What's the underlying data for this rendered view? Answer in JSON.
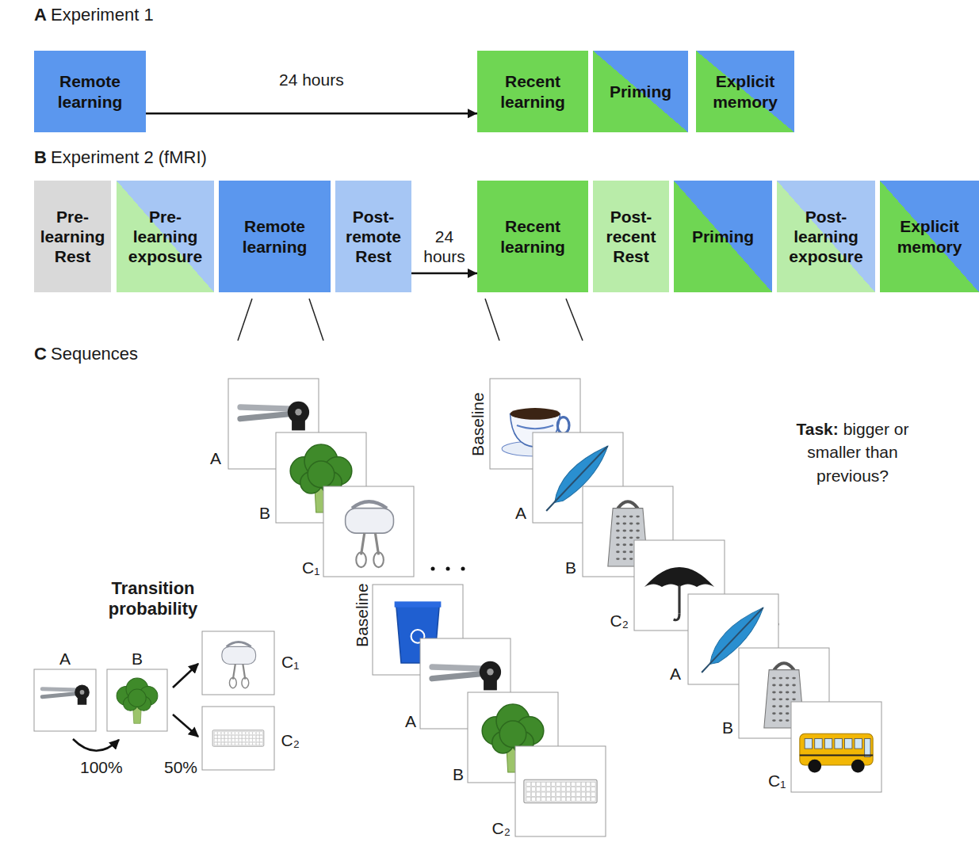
{
  "diagram": {
    "nodes": [
      {
        "text": [
          "Remote learning"
        ]
      },
      {
        "text": [
          "Recent learning"
        ]
      },
      {
        "text": [
          "Priming"
        ]
      },
      {
        "text": [
          "Explicit memory"
        ]
      },
      {
        "text": [
          "Pre-learning Rest"
        ]
      },
      {
        "text": [
          "Pre-learning exposure"
        ]
      },
      {
        "text": [
          "Remote learning"
        ]
      },
      {
        "text": [
          "Post-remote Rest"
        ]
      },
      {
        "text": [
          "Recent learning"
        ]
      },
      {
        "text": [
          "Post-recent Rest"
        ]
      },
      {
        "text": [
          "Priming"
        ]
      },
      {
        "text": [
          "Post-learning exposure"
        ]
      },
      {
        "text": [
          "Explicit memory"
        ]
      }
    ],
    "edges": [
      {
        "from": 0,
        "to": 1,
        "arrow": "to",
        "label": "24 hours"
      },
      {
        "from": 7,
        "to": 8,
        "arrow": "to",
        "label": "24 hours"
      }
    ],
    "labels": [
      "A",
      "Experiment 1",
      "B",
      "Experiment 2 (fMRI)",
      "C",
      "Sequences",
      "A",
      "B",
      "C₁",
      "Baseline",
      "A",
      "B",
      "C₂",
      "Baseline",
      "A",
      "B",
      "C₂",
      "A",
      "B",
      "C₁",
      "Task:",
      "bigger or smaller than previous?",
      "Transition probability",
      "A",
      "B",
      "C₁",
      "C₂",
      "100%",
      "50%"
    ]
  }
}
